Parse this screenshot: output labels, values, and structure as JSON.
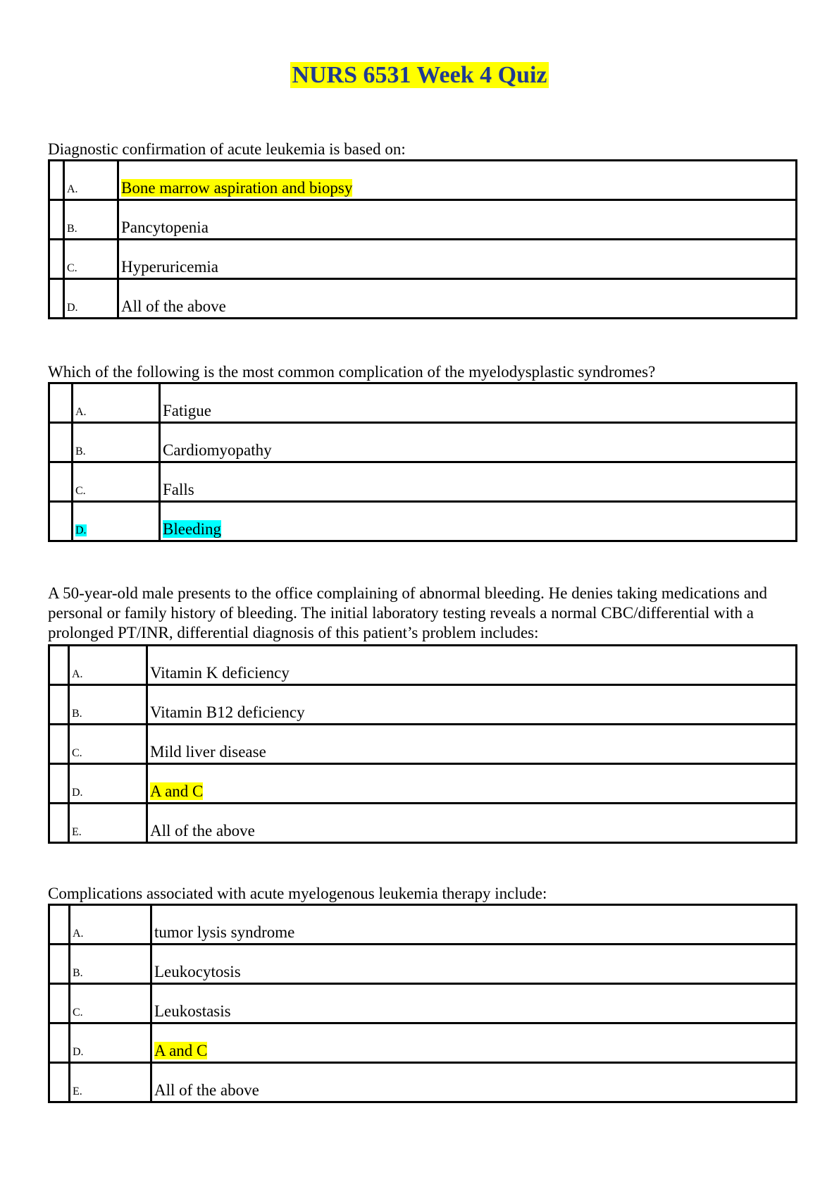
{
  "title": "NURS 6531 Week 4 Quiz",
  "questions": [
    {
      "prompt": "Diagnostic confirmation of acute leukemia is based on:",
      "options": [
        {
          "letter": "A.",
          "text": "Bone marrow aspiration and biopsy",
          "highlight": "#ffff00"
        },
        {
          "letter": "B.",
          "text": "Pancytopenia",
          "highlight": ""
        },
        {
          "letter": "C.",
          "text": "Hyperuricemia",
          "highlight": ""
        },
        {
          "letter": "D.",
          "text": "All of the above",
          "highlight": ""
        }
      ]
    },
    {
      "prompt": "Which of the following is the most common complication of the myelodysplastic syndromes?",
      "options": [
        {
          "letter": "A.",
          "text": "Fatigue",
          "highlight": ""
        },
        {
          "letter": "B.",
          "text": "Cardiomyopathy",
          "highlight": ""
        },
        {
          "letter": "C.",
          "text": "Falls",
          "highlight": ""
        },
        {
          "letter": "D.",
          "text": "Bleeding",
          "highlight": "#00ffff"
        }
      ]
    },
    {
      "prompt": "A 50-year-old male presents to the office complaining of abnormal bleeding. He denies taking medications and personal or family history of bleeding. The initial laboratory testing reveals a normal CBC/differential with a prolonged PT/INR, differential diagnosis of this patient’s problem includes:",
      "options": [
        {
          "letter": "A.",
          "text": "Vitamin K deficiency",
          "highlight": ""
        },
        {
          "letter": "B.",
          "text": "Vitamin B12 deficiency",
          "highlight": ""
        },
        {
          "letter": "C.",
          "text": "Mild liver disease",
          "highlight": ""
        },
        {
          "letter": "D.",
          "text": "A and C",
          "highlight": "#ffff00"
        },
        {
          "letter": "E.",
          "text": "All of the above",
          "highlight": ""
        }
      ]
    },
    {
      "prompt": "Complications associated with acute myelogenous leukemia therapy include:",
      "options": [
        {
          "letter": "A.",
          "text": "tumor lysis syndrome",
          "highlight": ""
        },
        {
          "letter": "B.",
          "text": "Leukocytosis",
          "highlight": ""
        },
        {
          "letter": "C.",
          "text": "Leukostasis",
          "highlight": ""
        },
        {
          "letter": "D.",
          "text": "A and C",
          "highlight": "#ffff00"
        },
        {
          "letter": "E.",
          "text": "All of the above",
          "highlight": ""
        }
      ]
    }
  ]
}
